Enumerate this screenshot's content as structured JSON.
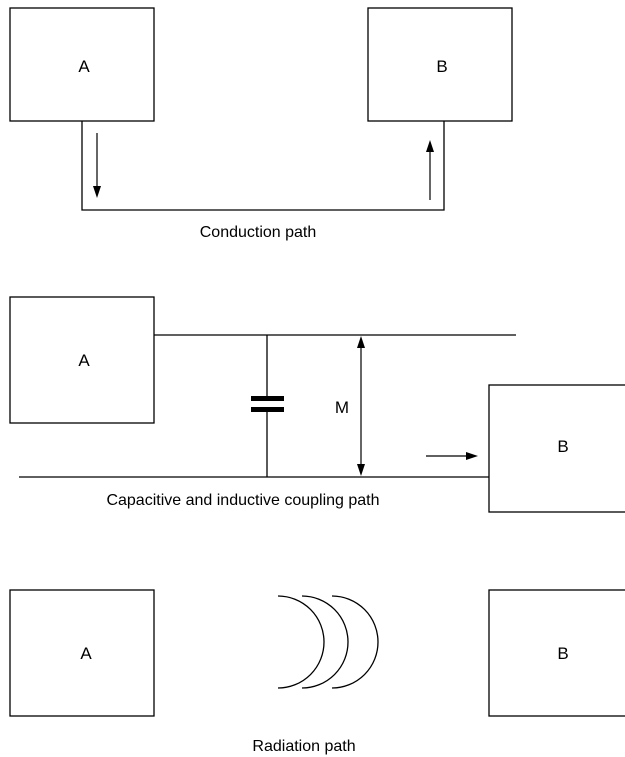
{
  "panels": {
    "conduction": {
      "box_a": "A",
      "box_b": "B",
      "caption": "Conduction path"
    },
    "coupling": {
      "box_a": "A",
      "box_b": "B",
      "mutual_label": "M",
      "caption": "Capacitive and inductive coupling path"
    },
    "radiation": {
      "box_a": "A",
      "box_b": "B",
      "caption": "Radiation path"
    }
  }
}
